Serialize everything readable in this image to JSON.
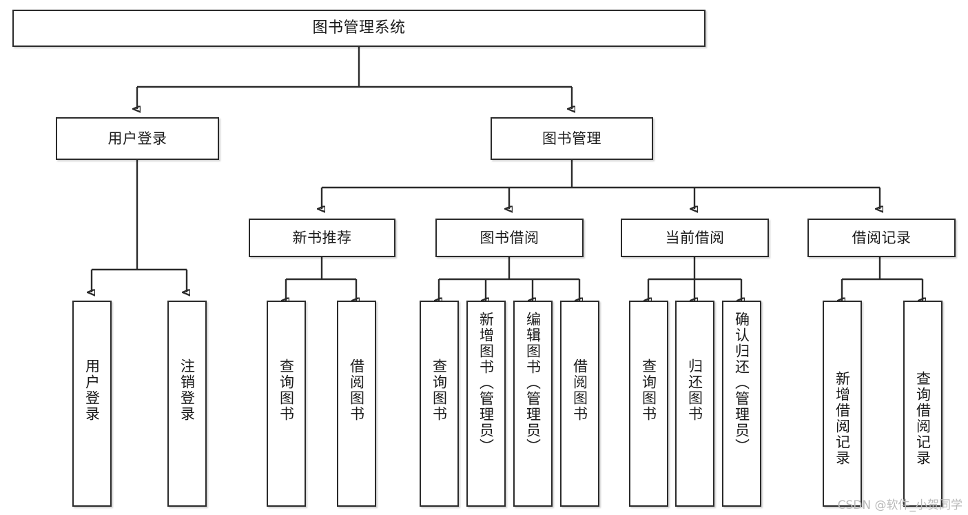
{
  "diagram": {
    "title": "图书管理系统",
    "type": "tree-hierarchy",
    "watermark": "CSDN @软件_小贺同学",
    "colors": {
      "stroke": "#2b2b2b",
      "fill": "#ffffff",
      "text": "#1b1b1b",
      "watermark": "#b9b9b9"
    },
    "nodes": {
      "root": {
        "label": "图书管理系统"
      },
      "level1": [
        {
          "id": "user-login",
          "label": "用户登录"
        },
        {
          "id": "book-manage",
          "label": "图书管理"
        }
      ],
      "level2": [
        {
          "id": "new-book-rec",
          "label": "新书推荐"
        },
        {
          "id": "book-borrow",
          "label": "图书借阅"
        },
        {
          "id": "current-borrow",
          "label": "当前借阅"
        },
        {
          "id": "borrow-record",
          "label": "借阅记录"
        }
      ],
      "leaves": [
        {
          "id": "leaf-user-login",
          "label": "用户登录"
        },
        {
          "id": "leaf-user-logout",
          "label": "注销登录"
        },
        {
          "id": "leaf-query-book-1",
          "label": "查询图书"
        },
        {
          "id": "leaf-borrow-book-1",
          "label": "借阅图书"
        },
        {
          "id": "leaf-query-book-2",
          "label": "查询图书"
        },
        {
          "id": "leaf-add-book",
          "label": "新增图书（管理员）"
        },
        {
          "id": "leaf-edit-book",
          "label": "编辑图书（管理员）"
        },
        {
          "id": "leaf-borrow-book-2",
          "label": "借阅图书"
        },
        {
          "id": "leaf-query-book-3",
          "label": "查询图书"
        },
        {
          "id": "leaf-return-book",
          "label": "归还图书"
        },
        {
          "id": "leaf-confirm-return",
          "label": "确认归还（管理员）"
        },
        {
          "id": "leaf-add-record",
          "label": "新增借阅记录"
        },
        {
          "id": "leaf-query-record",
          "label": "查询借阅记录"
        }
      ]
    }
  }
}
